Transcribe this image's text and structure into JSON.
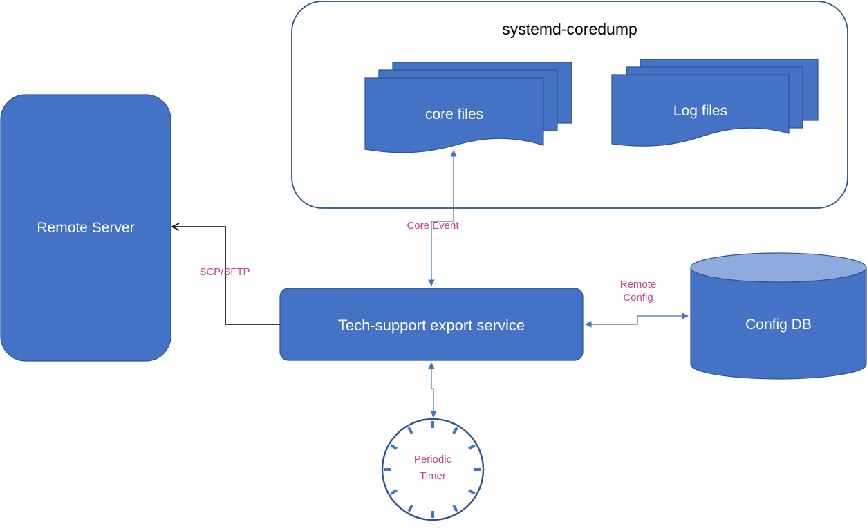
{
  "colors": {
    "box_fill": "#4472c4",
    "box_stroke": "#2f528f",
    "container_stroke": "#2f528f",
    "edge_blue": "#4472c4",
    "edge_black": "#000000",
    "edge_label": "#d03a9a",
    "cylinder_top": "#8faadc"
  },
  "container": {
    "title": "systemd-coredump",
    "documents": [
      {
        "label": "core files",
        "icon": "multi-document-icon"
      },
      {
        "label": "Log files",
        "icon": "multi-document-icon"
      }
    ]
  },
  "nodes": {
    "remote_server": "Remote Server",
    "export_service": "Tech-support export service",
    "config_db": "Config DB",
    "timer": {
      "line1": "Periodic",
      "line2": "Timer",
      "icon": "clock-icon"
    }
  },
  "edges": {
    "core_event": "Core Event",
    "scp_sftp": "SCP/SFTP",
    "remote_config_line1": "Remote",
    "remote_config_line2": "Config"
  }
}
